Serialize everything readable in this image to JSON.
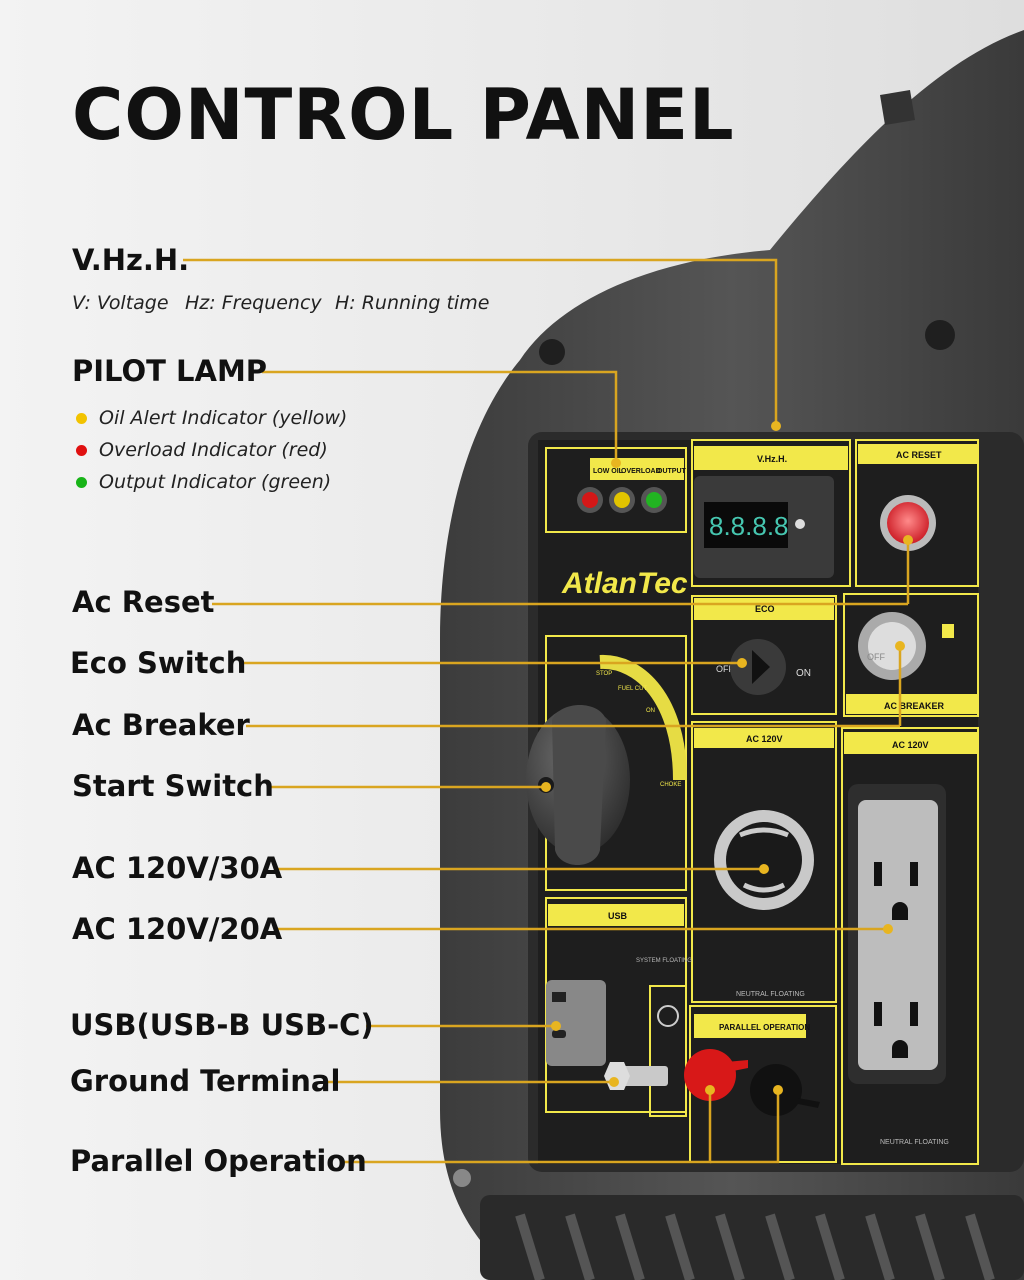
{
  "title": "CONTROL PANEL",
  "brand": "AtlanTec",
  "callouts": {
    "vhzh": "V.Hz.H.",
    "vhzh_legend": {
      "voltage": "V: Voltage",
      "frequency": "Hz: Frequency",
      "running_time": "H: Running time"
    },
    "pilot_lamp": "PILOT LAMP",
    "pilot_indicators": [
      {
        "label": "Oil Alert Indicator (yellow)",
        "color": "#f2c300"
      },
      {
        "label": "Overload Indicator (red)",
        "color": "#e01010"
      },
      {
        "label": "Output Indicator (green)",
        "color": "#18b418"
      }
    ],
    "ac_reset": "Ac Reset",
    "eco_switch": "Eco Switch",
    "ac_breaker": "Ac Breaker",
    "start_switch": "Start Switch",
    "ac_30a": "AC 120V/30A",
    "ac_20a": "AC 120V/20A",
    "usb": "USB(USB-B USB-C)",
    "ground_terminal": "Ground Terminal",
    "parallel_operation": "Parallel Operation"
  },
  "panel": {
    "lamp_labels": [
      "LOW OIL",
      "OVERLOAD",
      "OUTPUT"
    ],
    "meter_label": "V.Hz.H.",
    "meter_display": "8.8.8.8",
    "ac_reset_label": "AC RESET",
    "eco_label": "ECO",
    "eco_off": "OFF",
    "eco_on": "ON",
    "breaker_off": "OFF",
    "ac_breaker_label": "AC BREAKER",
    "dial_labels": [
      "STOP",
      "FUEL CUT",
      "ON",
      "CHOKE"
    ],
    "ac_120v_left": "AC 120V",
    "ac_120v_right": "AC 120V",
    "usb_label": "USB",
    "system_floating": "SYSTEM FLOATING",
    "neutral_floating_left": "NEUTRAL FLOATING",
    "neutral_floating_right": "NEUTRAL FLOATING",
    "parallel_label": "PARALLEL OPERATION"
  },
  "colors": {
    "accent_yellow": "#f2e84a",
    "leader_line": "#d9a520",
    "housing": "#4b4b4b",
    "panel": "#1e1e1e",
    "display": "#46c6b0"
  }
}
